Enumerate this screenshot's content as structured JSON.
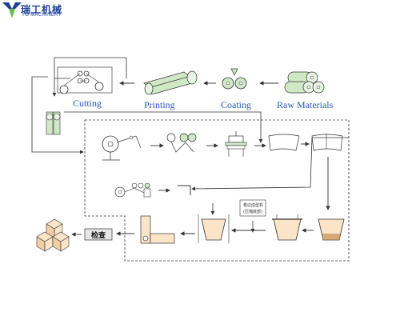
{
  "brand": {
    "name_cn": "瑞工机械",
    "name_en": "YG MACHINERY",
    "colors": {
      "brand_blue": "#1d3f95",
      "accent_green": "#6cbf4e"
    }
  },
  "stages": {
    "cutting": "Cutting",
    "printing": "Printing",
    "coating": "Coating",
    "raw_materials": "Raw Materials"
  },
  "labels": {
    "inspection": "检查",
    "tag_line1": "卷边成型机",
    "tag_line2": "(压缩底部)"
  },
  "colors": {
    "label_blue": "#2a56b5",
    "paper_fill": "#fbe4c8",
    "line": "#333333",
    "roll_green": "#cfe9c6"
  }
}
